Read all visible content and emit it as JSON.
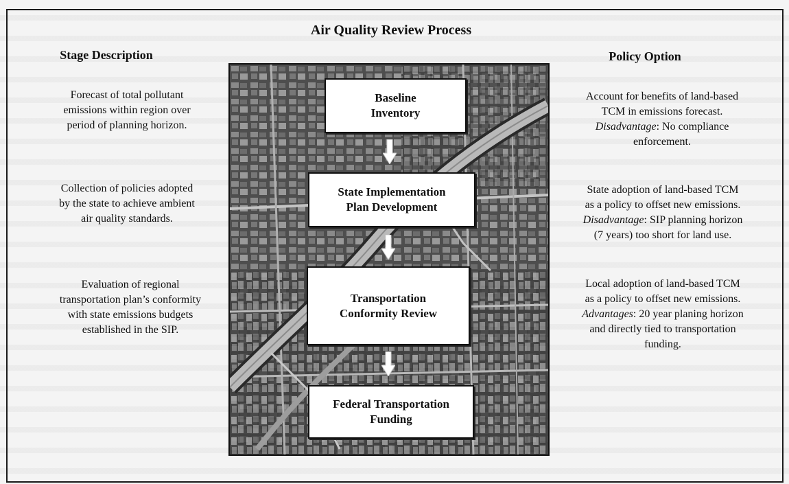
{
  "title": "Air Quality Review Process",
  "headers": {
    "stage_description": "Stage Description",
    "policy_option": "Policy Option"
  },
  "stages": [
    {
      "label_line1": "Baseline",
      "label_line2": "Inventory"
    },
    {
      "label_line1": "State Implementation",
      "label_line2": "Plan Development"
    },
    {
      "label_line1": "Transportation",
      "label_line2": "Conformity Review"
    },
    {
      "label_line1": "Federal Transportation",
      "label_line2": "Funding"
    }
  ],
  "descriptions": [
    {
      "line1": "Forecast of total pollutant",
      "line2": "emissions within region over",
      "line3": "period of planning horizon."
    },
    {
      "line1": "Collection of policies adopted",
      "line2": "by the state to achieve ambient",
      "line3": "air quality standards."
    },
    {
      "line1": "Evaluation of regional",
      "line2": "transportation plan’s conformity",
      "line3": "with state emissions budgets",
      "line4": "established in the SIP."
    }
  ],
  "policies": [
    {
      "line1": "Account for benefits of land-based",
      "line2": "TCM  in emissions forecast.",
      "label": "Disadvantage",
      "line3_rest": ": No compliance",
      "line4": "enforcement."
    },
    {
      "line1": "State adoption of land-based TCM",
      "line2": "as a policy to offset new emissions.",
      "label": "Disadvantage",
      "line3_rest": ": SIP planning horizon",
      "line4": "(7 years) too short for land use."
    },
    {
      "line1": "Local adoption of land-based TCM",
      "line2": "as a policy to offset new emissions.",
      "label": "Advantages",
      "line3_rest": ": 20 year planing horizon",
      "line4": "and directly tied to transportation",
      "line5": "funding."
    }
  ],
  "colors": {
    "photo_base": "#5a5a5a",
    "box_fill": "#ffffff",
    "arrow_fill": "#ffffff"
  }
}
